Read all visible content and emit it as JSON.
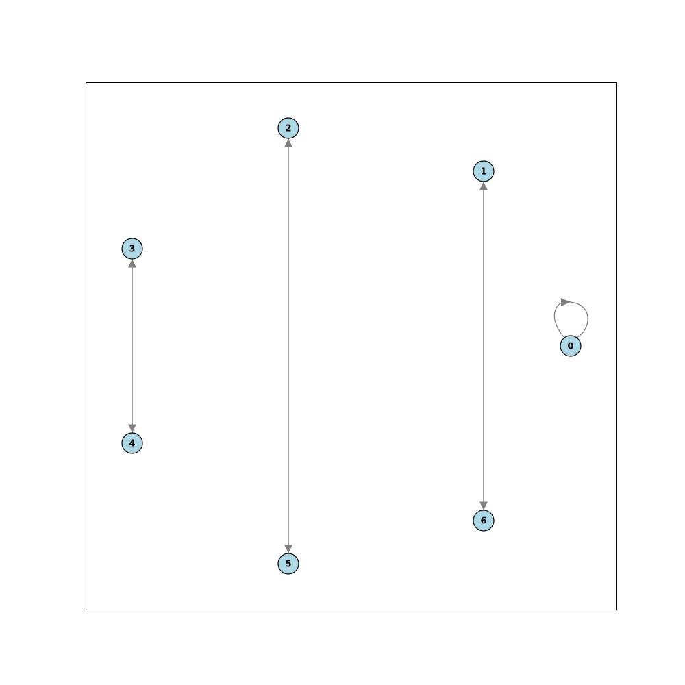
{
  "graph": {
    "directed": true,
    "node_fill": "#add8e6",
    "node_stroke": "#000000",
    "edge_color": "#808080",
    "nodes": [
      {
        "id": "0",
        "label": "0"
      },
      {
        "id": "1",
        "label": "1"
      },
      {
        "id": "2",
        "label": "2"
      },
      {
        "id": "3",
        "label": "3"
      },
      {
        "id": "4",
        "label": "4"
      },
      {
        "id": "5",
        "label": "5"
      },
      {
        "id": "6",
        "label": "6"
      }
    ],
    "edges": [
      {
        "from": "0",
        "to": "0"
      },
      {
        "from": "1",
        "to": "6"
      },
      {
        "from": "6",
        "to": "1"
      },
      {
        "from": "2",
        "to": "5"
      },
      {
        "from": "5",
        "to": "2"
      },
      {
        "from": "3",
        "to": "4"
      },
      {
        "from": "4",
        "to": "3"
      }
    ]
  }
}
